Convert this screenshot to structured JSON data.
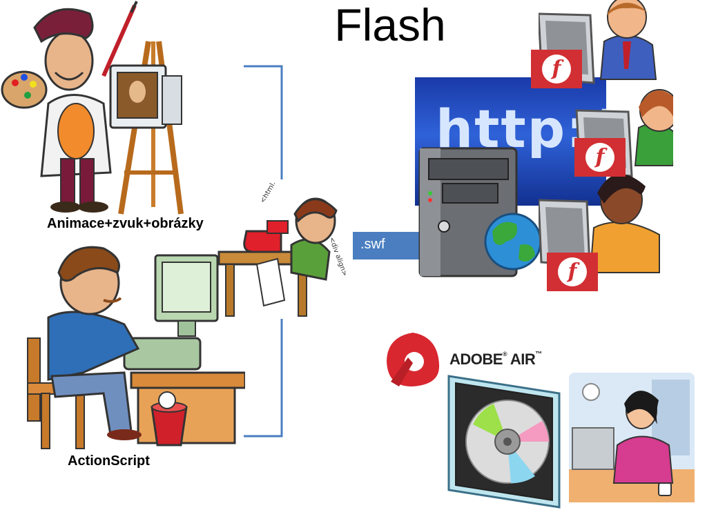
{
  "slide": {
    "title": "Flash"
  },
  "labels": {
    "animace": "Animace+zvuk+obrázky",
    "actionscript": "ActionScript",
    "swf": ".swf"
  },
  "web": {
    "url_text": "http://"
  },
  "flash_badge": {
    "glyph": "f"
  },
  "air": {
    "logo_text": "ADOBE",
    "logo_text_2": "AIR",
    "trademark": "™"
  },
  "colors": {
    "bracket": "#4a7ec0",
    "swf_box": "#4a7ec0",
    "flash_red": "#d12f33",
    "air_red": "#d8272f"
  }
}
